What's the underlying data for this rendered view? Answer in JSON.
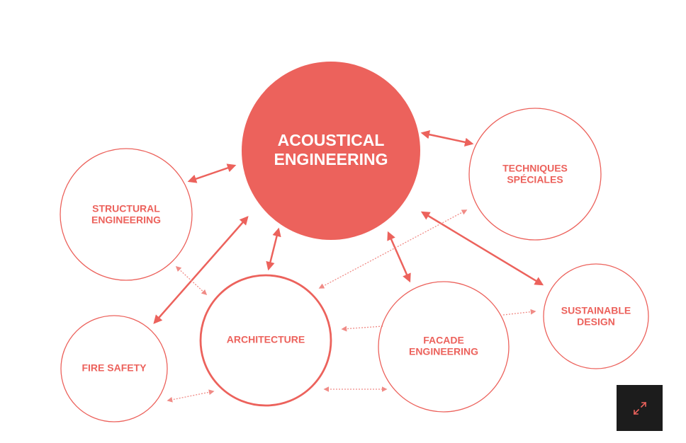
{
  "diagram": {
    "accent_color": "#ec625c",
    "nodes": {
      "acoustical_line1": "ACOUSTICAL",
      "acoustical_line2": "ENGINEERING",
      "techniques_line1": "TECHNIQUES",
      "techniques_line2": "SPÉCIALES",
      "structural_line1": "STRUCTURAL",
      "structural_line2": "ENGINEERING",
      "architecture": "ARCHITECTURE",
      "facade_line1": "FACADE",
      "facade_line2": "ENGINEERING",
      "sustainable_line1": "SUSTAINABLE",
      "sustainable_line2": "DESIGN",
      "fire_safety": "FIRE SAFETY"
    }
  },
  "controls": {
    "expand_icon": "expand-icon"
  }
}
